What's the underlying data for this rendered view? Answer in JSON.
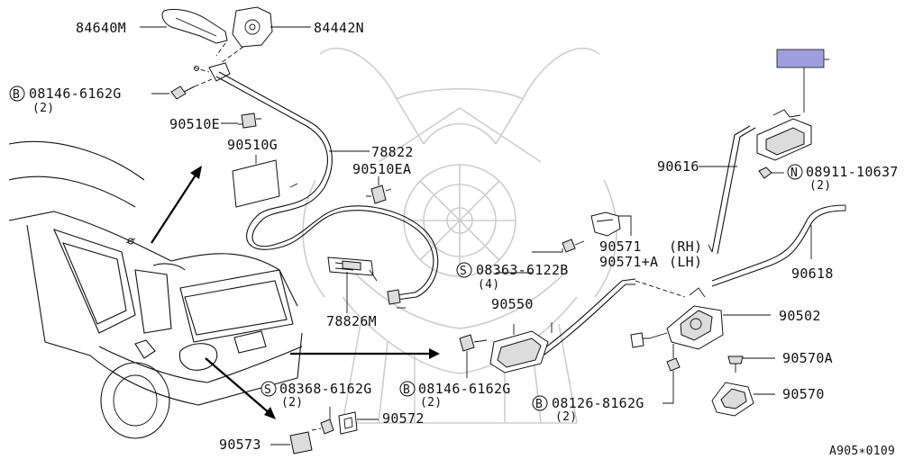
{
  "highlight_color": "#9e9fe0",
  "watermark": "samurai-helmet-watermark",
  "labels": {
    "p84640M": "84640M",
    "p84442N": "84442N",
    "b08146_top": "08146-6162G",
    "b08146_top_qty": "(2)",
    "p90510E": "90510E",
    "p90510G": "90510G",
    "p78822": "78822",
    "p90510EA": "90510EA",
    "p78826M": "78826M",
    "p90616": "90616",
    "n08911": "08911-10637",
    "n08911_qty": "(2)",
    "p90571": "90571",
    "p90571_rh": "(RH)",
    "p90571A": "90571+A",
    "p90571A_lh": "(LH)",
    "s08363": "08363-6122B",
    "s08363_qty": "(4)",
    "p90618": "90618",
    "p90550": "90550",
    "p90502": "90502",
    "p90570A": "90570A",
    "p90570": "90570",
    "b08126": "08126-8162G",
    "b08126_qty": "(2)",
    "s08368": "08368-6162G",
    "s08368_qty": "(2)",
    "b08146_mid": "08146-6162G",
    "b08146_mid_qty": "(2)",
    "p90572": "90572",
    "p90573": "90573",
    "ref_code": "A905∗0109"
  },
  "prefix": {
    "B": "B",
    "S": "S",
    "N": "N"
  }
}
